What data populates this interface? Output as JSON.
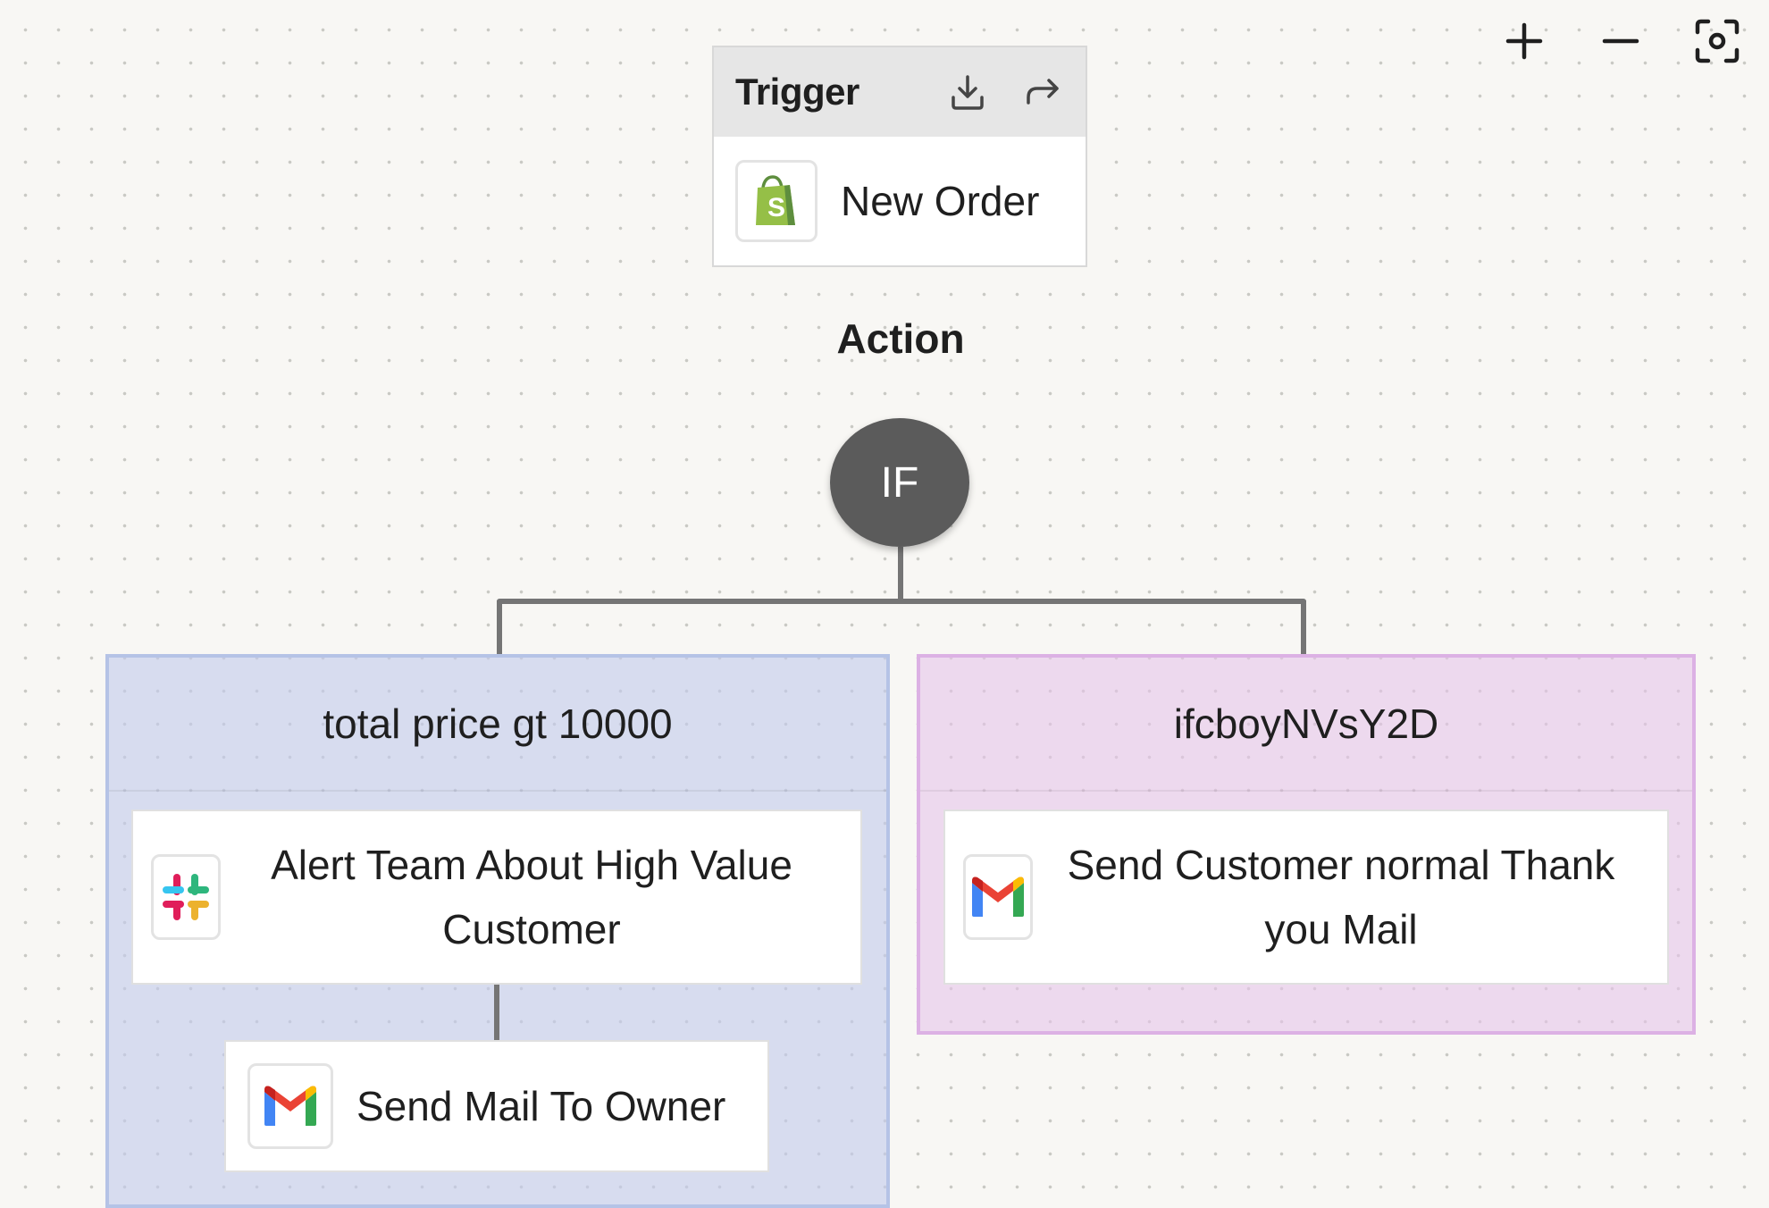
{
  "controls": {
    "zoom_in_icon": "plus-icon",
    "zoom_out_icon": "minus-icon",
    "fit_icon": "focus-icon"
  },
  "trigger": {
    "header": "Trigger",
    "app_icon": "shopify-icon",
    "label": "New Order"
  },
  "action": {
    "label": "Action"
  },
  "if_node": {
    "label": "IF"
  },
  "branches": [
    {
      "title": "total price gt 10000",
      "color": "#c4ccec",
      "steps": [
        {
          "icon": "slack-icon",
          "label": "Alert Team About High Value Customer"
        },
        {
          "icon": "gmail-icon",
          "label": "Send Mail To Owner"
        }
      ]
    },
    {
      "title": "ifcboyNVsY2D",
      "color": "#e6c4ea",
      "steps": [
        {
          "icon": "gmail-icon",
          "label": "Send Customer normal Thank you Mail"
        }
      ]
    }
  ]
}
